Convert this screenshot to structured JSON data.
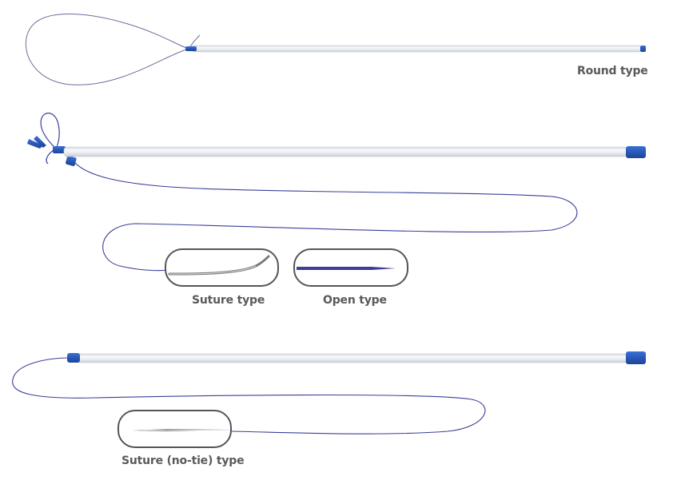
{
  "colors": {
    "tube": "#e4e8ee",
    "tube_highlight": "#f7f9fb",
    "cap": "#2f63c8",
    "wire": "#4a4f8a",
    "thread": "#3b3f9a",
    "label": "#5a5a5a",
    "frame": "#555555"
  },
  "products": [
    {
      "label": "Round type"
    },
    {
      "label": "Suture type"
    },
    {
      "label": "Open type"
    },
    {
      "label": "Suture (no-tie) type"
    }
  ]
}
